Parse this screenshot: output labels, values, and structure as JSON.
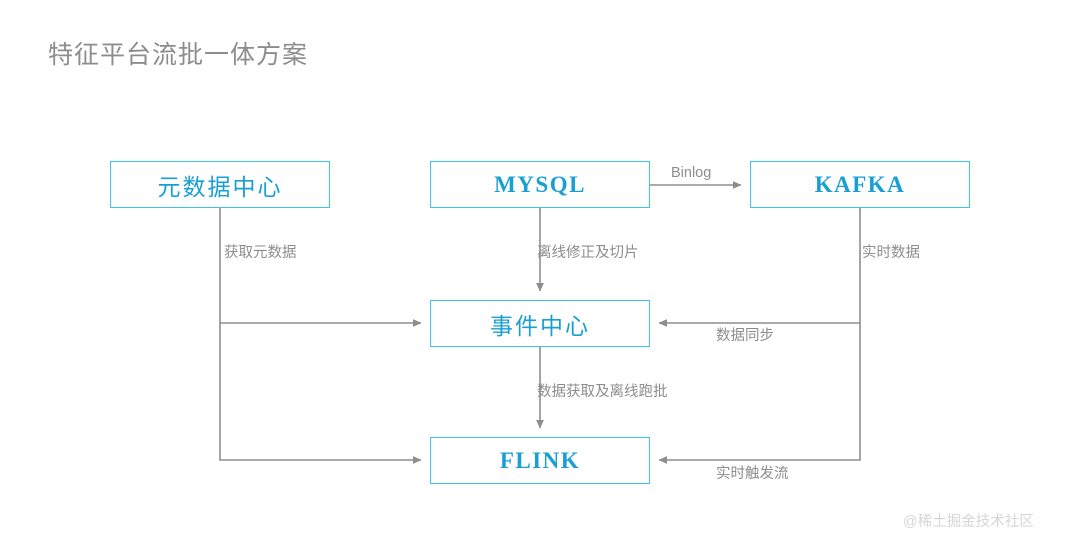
{
  "page": {
    "title": "特征平台流批一体方案",
    "background_color": "#ffffff",
    "watermark": "@稀土掘金技术社区"
  },
  "theme": {
    "node_border_color": "#3fc3e8",
    "node_text_color": "#1a9fd4",
    "connector_color": "#8d8d8d",
    "label_color": "#8d8d8d",
    "title_color": "#8d8d8d",
    "watermark_color": "#d6d6d6"
  },
  "nodes": [
    {
      "id": "metadata",
      "label": "元数据中心",
      "lang": "cn"
    },
    {
      "id": "mysql",
      "label": "MYSQL",
      "lang": "en"
    },
    {
      "id": "kafka",
      "label": "KAFKA",
      "lang": "en"
    },
    {
      "id": "event_center",
      "label": "事件中心",
      "lang": "cn"
    },
    {
      "id": "flink",
      "label": "FLINK",
      "lang": "en"
    }
  ],
  "edges": [
    {
      "id": "binlog",
      "from": "mysql",
      "to": "kafka",
      "label": "Binlog"
    },
    {
      "id": "get_metadata",
      "from": "metadata",
      "to": "event_center",
      "label": "获取元数据"
    },
    {
      "id": "offline_fix",
      "from": "mysql",
      "to": "event_center",
      "label": "离线修正及切片"
    },
    {
      "id": "realtime_data",
      "from": "kafka",
      "to": "event_center",
      "label": "实时数据"
    },
    {
      "id": "data_sync",
      "from": "kafka",
      "to": "event_center",
      "label": "数据同步"
    },
    {
      "id": "data_fetch",
      "from": "event_center",
      "to": "flink",
      "label": "数据获取及离线跑批"
    },
    {
      "id": "realtime_trigger",
      "from": "kafka",
      "to": "flink",
      "label": "实时触发流"
    }
  ]
}
